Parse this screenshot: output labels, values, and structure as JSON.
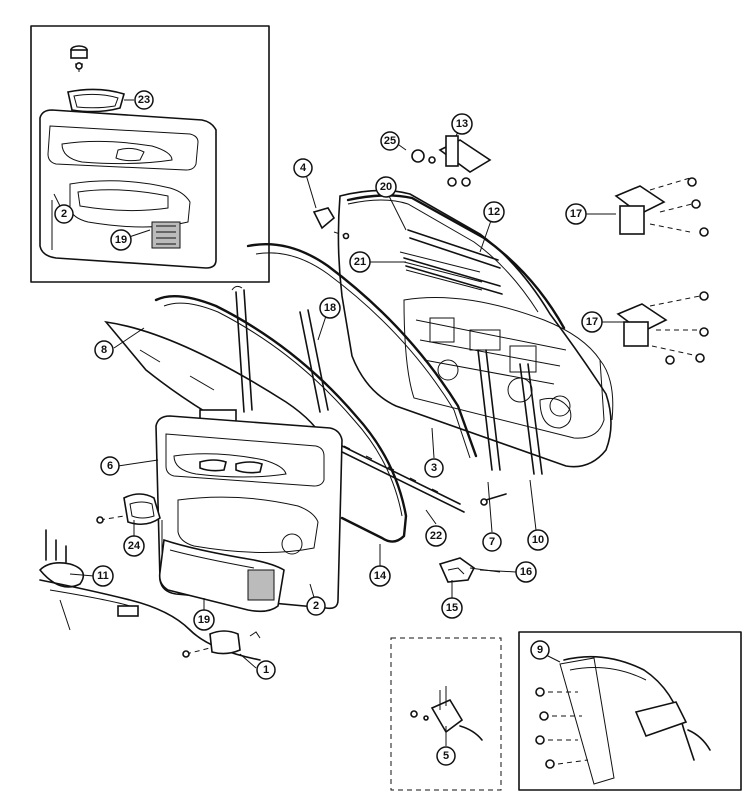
{
  "callouts": [
    {
      "id": "c23",
      "label": "23"
    },
    {
      "id": "c2a",
      "label": "2"
    },
    {
      "id": "c19a",
      "label": "19"
    },
    {
      "id": "c25",
      "label": "25"
    },
    {
      "id": "c13",
      "label": "13"
    },
    {
      "id": "c4",
      "label": "4"
    },
    {
      "id": "c20",
      "label": "20"
    },
    {
      "id": "c21",
      "label": "21"
    },
    {
      "id": "c12",
      "label": "12"
    },
    {
      "id": "c17a",
      "label": "17"
    },
    {
      "id": "c17b",
      "label": "17"
    },
    {
      "id": "c18",
      "label": "18"
    },
    {
      "id": "c8",
      "label": "8"
    },
    {
      "id": "c6",
      "label": "6"
    },
    {
      "id": "c3",
      "label": "3"
    },
    {
      "id": "c22",
      "label": "22"
    },
    {
      "id": "c7",
      "label": "7"
    },
    {
      "id": "c10",
      "label": "10"
    },
    {
      "id": "c24",
      "label": "24"
    },
    {
      "id": "c11",
      "label": "11"
    },
    {
      "id": "c14",
      "label": "14"
    },
    {
      "id": "c16",
      "label": "16"
    },
    {
      "id": "c19b",
      "label": "19"
    },
    {
      "id": "c2b",
      "label": "2"
    },
    {
      "id": "c15",
      "label": "15"
    },
    {
      "id": "c1",
      "label": "1"
    },
    {
      "id": "c9",
      "label": "9"
    },
    {
      "id": "c5",
      "label": "5"
    }
  ]
}
